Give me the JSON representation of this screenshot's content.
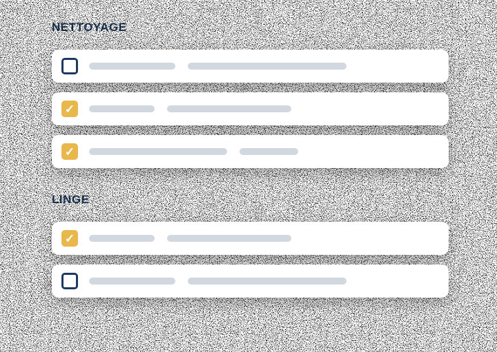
{
  "sections": [
    {
      "title": "NETTOYAGE",
      "items": [
        {
          "checked": false,
          "bars": [
            125,
            230
          ]
        },
        {
          "checked": true,
          "bars": [
            95,
            180
          ]
        },
        {
          "checked": true,
          "bars": [
            200,
            85
          ]
        }
      ]
    },
    {
      "title": "LINGE",
      "items": [
        {
          "checked": true,
          "bars": [
            95,
            180
          ]
        },
        {
          "checked": false,
          "bars": [
            125,
            230
          ]
        }
      ]
    }
  ],
  "icons": {
    "check": "✓"
  },
  "colors": {
    "accent_navy": "#1d3a5e",
    "checkbox_checked": "#e9b84d",
    "bar_gray": "#d2d8df",
    "card_bg": "#ffffff"
  }
}
